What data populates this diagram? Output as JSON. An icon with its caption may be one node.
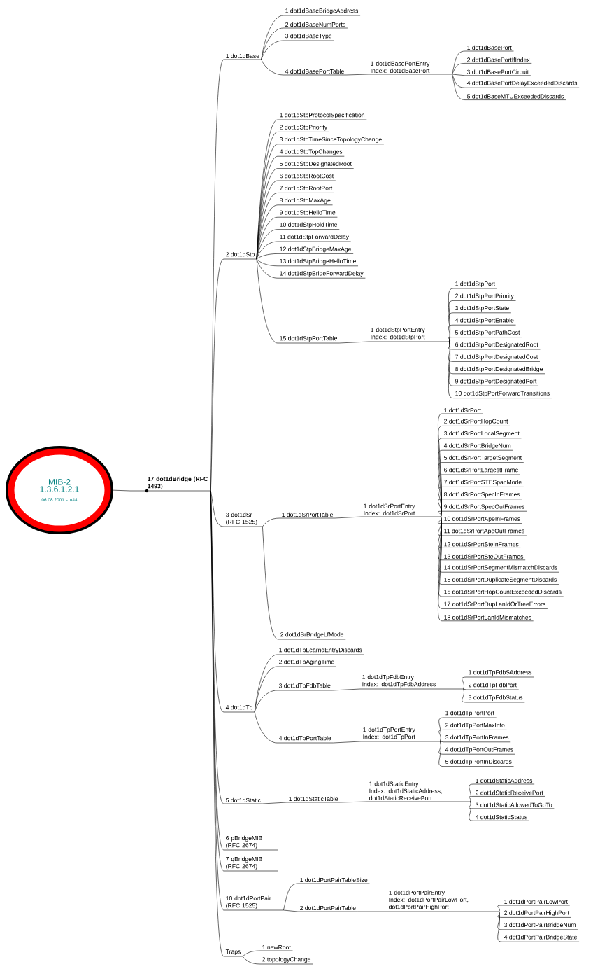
{
  "diagram": {
    "nodes": [
      {
        "text": [
          "MIB-2 1.3.6.1.2.1",
          "06.08.2001 - u44"
        ]
      },
      {
        "text": [
          "17 dot1dBridge (RFC 1493)"
        ]
      },
      {
        "text": [
          "1 dot1dBase"
        ]
      },
      {
        "text": [
          "1 dot1dBaseBridgeAddress"
        ]
      },
      {
        "text": [
          "2 dot1dBaseNumPorts"
        ]
      },
      {
        "text": [
          "3 dot1dBaseType"
        ]
      },
      {
        "text": [
          "4 dot1dBasePortTable"
        ]
      },
      {
        "text": [
          "1 dot1dBasePortEntry",
          "Index: dot1dBasePort"
        ]
      },
      {
        "text": [
          "1 dot1dBasePort"
        ]
      },
      {
        "text": [
          "2 dot1dBasePortIfIndex"
        ]
      },
      {
        "text": [
          "3 dot1dBasePortCircuit"
        ]
      },
      {
        "text": [
          "4 dot1dBasePortDelayExceededDiscards"
        ]
      },
      {
        "text": [
          "5 dot1dBaseMTUExceededDiscards"
        ]
      },
      {
        "text": [
          "2 dot1dStp"
        ]
      },
      {
        "text": [
          "1 dot1dStpProtocolSpecification"
        ]
      },
      {
        "text": [
          "2 dot1dStpPriority"
        ]
      },
      {
        "text": [
          "3 dot1dStpTimeSinceTopologyChange"
        ]
      },
      {
        "text": [
          "4 dot1dStpTopChanges"
        ]
      },
      {
        "text": [
          "5 dot1dStpDesignatedRoot"
        ]
      },
      {
        "text": [
          "6 dot1dStpRootCost"
        ]
      },
      {
        "text": [
          "7 dot1dStpRootPort"
        ]
      },
      {
        "text": [
          "8 dot1dStpMaxAge"
        ]
      },
      {
        "text": [
          "9 dot1dStpHelloTime"
        ]
      },
      {
        "text": [
          "10 dot1dStpHoldTime"
        ]
      },
      {
        "text": [
          "11 dot1dStpForwardDelay"
        ]
      },
      {
        "text": [
          "12 dot1dStpBridgeMaxAge"
        ]
      },
      {
        "text": [
          "13 dot1dStpBridgeHelloTime"
        ]
      },
      {
        "text": [
          "14 dot1dStpBrideForwardDelay"
        ]
      },
      {
        "text": [
          "15 dot1dStpPortTable"
        ]
      },
      {
        "text": [
          "1 dot1dStpPortEntry",
          "Index: dot1dStpPort"
        ]
      },
      {
        "text": [
          "1 dot1dStpPort"
        ]
      },
      {
        "text": [
          "2 dot1dStpPortPriority"
        ]
      },
      {
        "text": [
          "3 dot1dStpPortState"
        ]
      },
      {
        "text": [
          "4 dot1dStpPortEnable"
        ]
      },
      {
        "text": [
          "5 dot1dStpPortPathCost"
        ]
      },
      {
        "text": [
          "6 dot1dStpPortDesignatedRoot"
        ]
      },
      {
        "text": [
          "7 dot1dStpPortDesignatedCost"
        ]
      },
      {
        "text": [
          "8 dot1dStpPortDesignatedBridge"
        ]
      },
      {
        "text": [
          "9 dot1dStpPortDesignatedPort"
        ]
      },
      {
        "text": [
          "10 dot1dStpPortForwardTransitions"
        ]
      },
      {
        "text": [
          "3 dot1dSr (RFC 1525)"
        ]
      },
      {
        "text": [
          "1 dot1dSrPortTable"
        ]
      },
      {
        "text": [
          "1 dot1dSrPortEntry",
          "Index: dot1dSrPort"
        ]
      },
      {
        "text": [
          "1 dot1dSrPort"
        ]
      },
      {
        "text": [
          "2 dot1dSrPortHopCount"
        ]
      },
      {
        "text": [
          "3 dot1dSrPortLocalSegment"
        ]
      },
      {
        "text": [
          "4 dot1dSrPortBridgeNum"
        ]
      },
      {
        "text": [
          "5 dot1dSrPortTargetSegment"
        ]
      },
      {
        "text": [
          "6 dot1dSrPortLargestFrame"
        ]
      },
      {
        "text": [
          "7 dot1dSrPortSTESpanMode"
        ]
      },
      {
        "text": [
          "8 dot1dSrPortSpecInFrames"
        ]
      },
      {
        "text": [
          "9 dot1dSrPortSpecOutFrames"
        ]
      },
      {
        "text": [
          "10 dot1dSrPortApeInFrames"
        ]
      },
      {
        "text": [
          "11 dot1dSrPortApeOutFrames"
        ]
      },
      {
        "text": [
          "12 dot1dSrPortSteInFrames"
        ]
      },
      {
        "text": [
          "13 dot1dSrPortSteOutFrames"
        ]
      },
      {
        "text": [
          "14 dot1dSrPortSegmentMismatchDiscards"
        ]
      },
      {
        "text": [
          "15 dot1dSrPortDuplicateSegmentDiscards"
        ]
      },
      {
        "text": [
          "16 dot1dSrPortHopCountExceededDiscards"
        ]
      },
      {
        "text": [
          "17 dot1dSrPortDupLanIdOrTreeErrors"
        ]
      },
      {
        "text": [
          "18 dot1dSrPortLanIdMismatches"
        ]
      },
      {
        "text": [
          "2 dot1dSrBridgeLfMode"
        ]
      },
      {
        "text": [
          "4 dot1dTp"
        ]
      },
      {
        "text": [
          "1 dot1dTpLearndEntryDiscards"
        ]
      },
      {
        "text": [
          "2 dot1dTpAgingTime"
        ]
      },
      {
        "text": [
          "3 dot1dTpFdbTable"
        ]
      },
      {
        "text": [
          "1 dot1dTpFdbEntry",
          "Index: dot1dTpFdbAddress"
        ]
      },
      {
        "text": [
          "1 dot1dTpFdbSAddress"
        ]
      },
      {
        "text": [
          "2 dot1dTpFdbPort"
        ]
      },
      {
        "text": [
          "3 dot1dTpFdbStatus"
        ]
      },
      {
        "text": [
          "4 dot1dTpPortTable"
        ]
      },
      {
        "text": [
          "1 dot1dTpPortEntry",
          "Index: dot1dTpPort"
        ]
      },
      {
        "text": [
          "1 dot1dTpPortPort"
        ]
      },
      {
        "text": [
          "2 dot1dTpPortMaxInfo"
        ]
      },
      {
        "text": [
          "3 dot1dTpPortInFrames"
        ]
      },
      {
        "text": [
          "4 dot1dTpPortOutFrames"
        ]
      },
      {
        "text": [
          "5 dot1dTpPortInDiscards"
        ]
      },
      {
        "text": [
          "5 dot1dStatic"
        ]
      },
      {
        "text": [
          "1 dot1dStaticTable"
        ]
      },
      {
        "text": [
          "1 dot1dStaticEntry",
          "Index: dot1dStaticAddress, dot1dStaticReceivePort"
        ]
      },
      {
        "text": [
          "1 dot1dStaticAddress"
        ]
      },
      {
        "text": [
          "2 dot1dStaticReceivePort"
        ]
      },
      {
        "text": [
          "3 dot1dStaticAllowedToGoTo"
        ]
      },
      {
        "text": [
          "4 dot1dStaticStatus"
        ]
      },
      {
        "text": [
          "6 pBridgeMIB (RFC 2674)"
        ]
      },
      {
        "text": [
          "7 qBridgeMIB (RFC 2674)"
        ]
      },
      {
        "text": [
          "10 dot1dPortPair (RFC 1525)"
        ]
      },
      {
        "text": [
          "1 dot1dPortPairTableSize"
        ]
      },
      {
        "text": [
          "2 dot1dPortPairTable"
        ]
      },
      {
        "text": [
          "1 dot1dPortPairEntry",
          "Index: dot1dPortPairLowPort, dot1dPortPairHighPort"
        ]
      },
      {
        "text": [
          "1 dot1dPortPairLowPort"
        ]
      },
      {
        "text": [
          "2 dot1dPortPairHighPort"
        ]
      },
      {
        "text": [
          "3 dot1dPortPairBridgeNum"
        ]
      },
      {
        "text": [
          "4 dot1dPortPairBridgeState"
        ]
      },
      {
        "text": [
          "Traps"
        ]
      },
      {
        "text": [
          "1 newRoot"
        ]
      },
      {
        "text": [
          "2 topologyChange"
        ]
      }
    ],
    "edges": [
      {
        "from": 0,
        "to": 1,
        "arrow": "none"
      },
      {
        "from": 1,
        "to": 2,
        "arrow": "none"
      },
      {
        "from": 1,
        "to": 13,
        "arrow": "none"
      },
      {
        "from": 1,
        "to": 40,
        "arrow": "none"
      },
      {
        "from": 1,
        "to": 62,
        "arrow": "none"
      },
      {
        "from": 1,
        "to": 77,
        "arrow": "none"
      },
      {
        "from": 1,
        "to": 84,
        "arrow": "none"
      },
      {
        "from": 1,
        "to": 85,
        "arrow": "none"
      },
      {
        "from": 1,
        "to": 86,
        "arrow": "none"
      },
      {
        "from": 1,
        "to": 94,
        "arrow": "none"
      },
      {
        "from": 2,
        "to": 3,
        "arrow": "none"
      },
      {
        "from": 2,
        "to": 4,
        "arrow": "none"
      },
      {
        "from": 2,
        "to": 5,
        "arrow": "none"
      },
      {
        "from": 2,
        "to": 6,
        "arrow": "none"
      },
      {
        "from": 6,
        "to": 7,
        "arrow": "none"
      },
      {
        "from": 7,
        "to": 8,
        "arrow": "none"
      },
      {
        "from": 7,
        "to": 9,
        "arrow": "none"
      },
      {
        "from": 7,
        "to": 10,
        "arrow": "none"
      },
      {
        "from": 7,
        "to": 11,
        "arrow": "none"
      },
      {
        "from": 7,
        "to": 12,
        "arrow": "none"
      },
      {
        "from": 13,
        "to": 14,
        "arrow": "none"
      },
      {
        "from": 13,
        "to": 15,
        "arrow": "none"
      },
      {
        "from": 13,
        "to": 16,
        "arrow": "none"
      },
      {
        "from": 13,
        "to": 17,
        "arrow": "none"
      },
      {
        "from": 13,
        "to": 18,
        "arrow": "none"
      },
      {
        "from": 13,
        "to": 19,
        "arrow": "none"
      },
      {
        "from": 13,
        "to": 20,
        "arrow": "none"
      },
      {
        "from": 13,
        "to": 21,
        "arrow": "none"
      },
      {
        "from": 13,
        "to": 22,
        "arrow": "none"
      },
      {
        "from": 13,
        "to": 23,
        "arrow": "none"
      },
      {
        "from": 13,
        "to": 24,
        "arrow": "none"
      },
      {
        "from": 13,
        "to": 25,
        "arrow": "none"
      },
      {
        "from": 13,
        "to": 26,
        "arrow": "none"
      },
      {
        "from": 13,
        "to": 27,
        "arrow": "none"
      },
      {
        "from": 13,
        "to": 28,
        "arrow": "none"
      },
      {
        "from": 28,
        "to": 29,
        "arrow": "none"
      },
      {
        "from": 29,
        "to": 30,
        "arrow": "none"
      },
      {
        "from": 29,
        "to": 31,
        "arrow": "none"
      },
      {
        "from": 29,
        "to": 32,
        "arrow": "none"
      },
      {
        "from": 29,
        "to": 33,
        "arrow": "none"
      },
      {
        "from": 29,
        "to": 34,
        "arrow": "none"
      },
      {
        "from": 29,
        "to": 35,
        "arrow": "none"
      },
      {
        "from": 29,
        "to": 36,
        "arrow": "none"
      },
      {
        "from": 29,
        "to": 37,
        "arrow": "none"
      },
      {
        "from": 29,
        "to": 38,
        "arrow": "none"
      },
      {
        "from": 29,
        "to": 39,
        "arrow": "none"
      },
      {
        "from": 40,
        "to": 41,
        "arrow": "none"
      },
      {
        "from": 40,
        "to": 61,
        "arrow": "none"
      },
      {
        "from": 41,
        "to": 42,
        "arrow": "none"
      },
      {
        "from": 42,
        "to": 43,
        "arrow": "none"
      },
      {
        "from": 42,
        "to": 44,
        "arrow": "none"
      },
      {
        "from": 42,
        "to": 45,
        "arrow": "none"
      },
      {
        "from": 42,
        "to": 46,
        "arrow": "none"
      },
      {
        "from": 42,
        "to": 47,
        "arrow": "none"
      },
      {
        "from": 42,
        "to": 48,
        "arrow": "none"
      },
      {
        "from": 42,
        "to": 49,
        "arrow": "none"
      },
      {
        "from": 42,
        "to": 50,
        "arrow": "none"
      },
      {
        "from": 42,
        "to": 51,
        "arrow": "none"
      },
      {
        "from": 42,
        "to": 52,
        "arrow": "none"
      },
      {
        "from": 42,
        "to": 53,
        "arrow": "none"
      },
      {
        "from": 42,
        "to": 54,
        "arrow": "none"
      },
      {
        "from": 42,
        "to": 55,
        "arrow": "none"
      },
      {
        "from": 42,
        "to": 56,
        "arrow": "none"
      },
      {
        "from": 42,
        "to": 57,
        "arrow": "none"
      },
      {
        "from": 42,
        "to": 58,
        "arrow": "none"
      },
      {
        "from": 42,
        "to": 59,
        "arrow": "none"
      },
      {
        "from": 42,
        "to": 60,
        "arrow": "none"
      },
      {
        "from": 62,
        "to": 63,
        "arrow": "none"
      },
      {
        "from": 62,
        "to": 64,
        "arrow": "none"
      },
      {
        "from": 62,
        "to": 65,
        "arrow": "none"
      },
      {
        "from": 62,
        "to": 70,
        "arrow": "none"
      },
      {
        "from": 65,
        "to": 66,
        "arrow": "none"
      },
      {
        "from": 66,
        "to": 67,
        "arrow": "none"
      },
      {
        "from": 66,
        "to": 68,
        "arrow": "none"
      },
      {
        "from": 66,
        "to": 69,
        "arrow": "none"
      },
      {
        "from": 70,
        "to": 71,
        "arrow": "none"
      },
      {
        "from": 71,
        "to": 72,
        "arrow": "none"
      },
      {
        "from": 71,
        "to": 73,
        "arrow": "none"
      },
      {
        "from": 71,
        "to": 74,
        "arrow": "none"
      },
      {
        "from": 71,
        "to": 75,
        "arrow": "none"
      },
      {
        "from": 71,
        "to": 76,
        "arrow": "none"
      },
      {
        "from": 77,
        "to": 78,
        "arrow": "none"
      },
      {
        "from": 78,
        "to": 79,
        "arrow": "none"
      },
      {
        "from": 79,
        "to": 80,
        "arrow": "none"
      },
      {
        "from": 79,
        "to": 81,
        "arrow": "none"
      },
      {
        "from": 79,
        "to": 82,
        "arrow": "none"
      },
      {
        "from": 79,
        "to": 83,
        "arrow": "none"
      },
      {
        "from": 86,
        "to": 87,
        "arrow": "none"
      },
      {
        "from": 86,
        "to": 88,
        "arrow": "none"
      },
      {
        "from": 88,
        "to": 89,
        "arrow": "none"
      },
      {
        "from": 89,
        "to": 90,
        "arrow": "none"
      },
      {
        "from": 89,
        "to": 91,
        "arrow": "none"
      },
      {
        "from": 89,
        "to": 92,
        "arrow": "none"
      },
      {
        "from": 89,
        "to": 93,
        "arrow": "none"
      },
      {
        "from": 94,
        "to": 95,
        "arrow": "none"
      },
      {
        "from": 94,
        "to": 96,
        "arrow": "none"
      }
    ]
  }
}
